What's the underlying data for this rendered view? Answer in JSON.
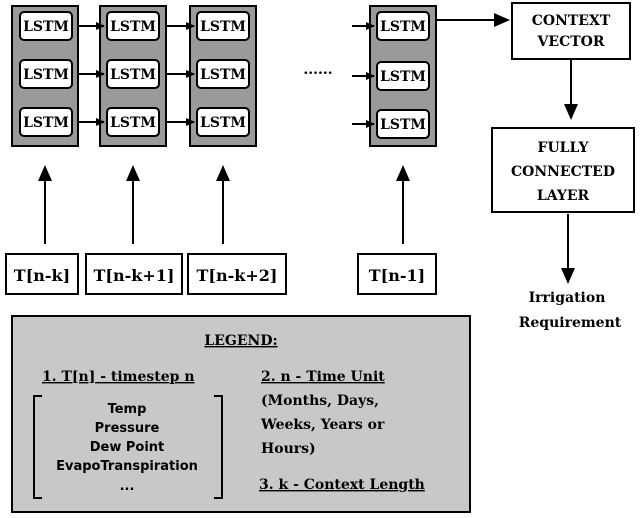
{
  "cell_label": "LSTM",
  "ellipsis": "......",
  "inputs": [
    "T[n-k]",
    "T[n-k+1]",
    "T[n-k+2]",
    "T[n-1]"
  ],
  "context_vector": {
    "line1": "CONTEXT",
    "line2": "VECTOR"
  },
  "fc_layer": {
    "line1": "FULLY",
    "line2": "CONNECTED",
    "line3": "LAYER"
  },
  "output": {
    "line1": "Irrigation",
    "line2": "Requirement"
  },
  "legend": {
    "title": "LEGEND:",
    "item1": "1. T[n] - timestep n",
    "features": [
      "Temp",
      "Pressure",
      "Dew Point",
      "EvapoTranspiration",
      "..."
    ],
    "item2": "2. n - Time Unit",
    "item2_detail": [
      "(Months, Days,",
      "Weeks, Years or",
      "Hours)"
    ],
    "item3": "3. k - Context Length"
  }
}
